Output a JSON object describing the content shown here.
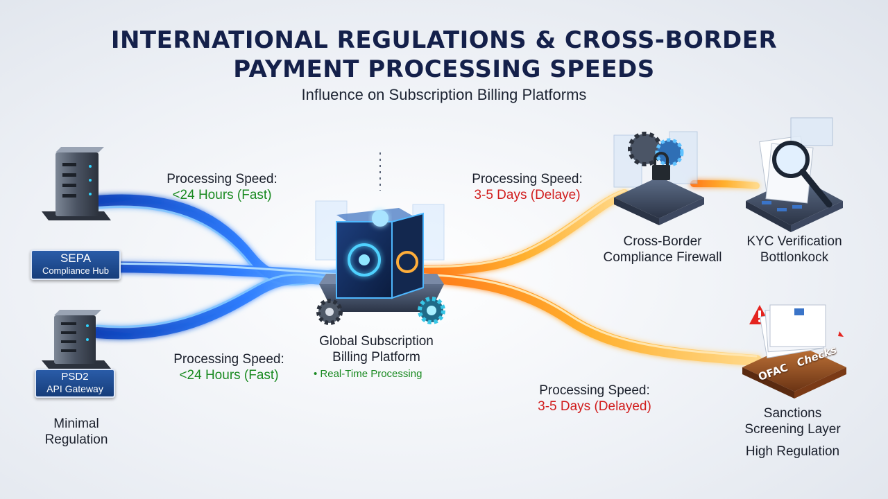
{
  "header": {
    "title_line1": "INTERNATIONAL REGULATIONS & CROSS-BORDER",
    "title_line2": "PAYMENT PROCESSING SPEEDS",
    "subtitle": "Influence on Subscription Billing Platforms"
  },
  "left": {
    "sepa": {
      "line1": "SEPA",
      "line2": "Compliance Hub"
    },
    "psd2": {
      "line1": "PSD2",
      "line2": "API Gateway"
    },
    "regulation_line1": "Minimal",
    "regulation_line2": "Regulation"
  },
  "speeds": {
    "top_left": {
      "label": "Processing Speed:",
      "value": "<24 Hours (Fast)"
    },
    "bottom_left": {
      "label": "Processing Speed:",
      "value": "<24 Hours (Fast)"
    },
    "top_right": {
      "label": "Processing Speed:",
      "value": "3-5 Days (Delaye)"
    },
    "bottom_right": {
      "label": "Processing Speed:",
      "value": "3-5 Days (Delayed)"
    }
  },
  "center": {
    "line1": "Global Subscription",
    "line2": "Billing Platform",
    "status": "• Real-Time Processing"
  },
  "right": {
    "firewall": {
      "line1": "Cross-Border",
      "line2": "Compliance Firewall"
    },
    "kyc": {
      "line1": "KYC Verification",
      "line2": "Bottlonkock"
    },
    "ofac_word1": "OFAC",
    "ofac_word2": "Checks",
    "sanctions": {
      "line1": "Sanctions",
      "line2": "Screening Layer"
    },
    "regulation": "High Regulation"
  },
  "colors": {
    "title": "#14204a",
    "fast": "#1a8a21",
    "delayed": "#d11c1c",
    "blue_flow": "#1f6ff0",
    "orange_flow": "#f39a1c",
    "badge": "#1f4f95"
  }
}
